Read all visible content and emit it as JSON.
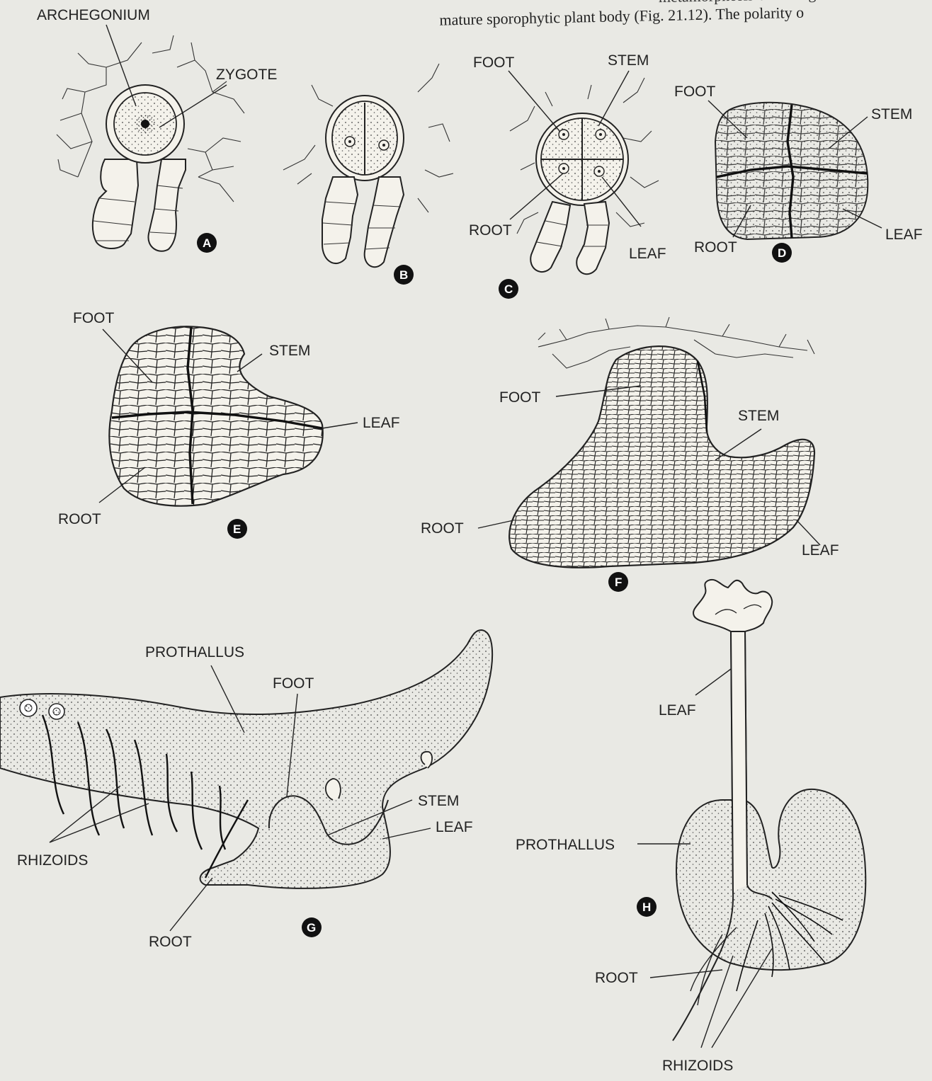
{
  "header": {
    "line1": "metamorphosis of archegonium and develop",
    "line2": "mature sporophytic plant body (Fig. 21.12). The polarity o"
  },
  "panels": {
    "A": {
      "badge": "A",
      "labels": {
        "archegonium": "ARCHEGONIUM",
        "zygote": "ZYGOTE"
      }
    },
    "B": {
      "badge": "B"
    },
    "C": {
      "badge": "C",
      "labels": {
        "foot": "FOOT",
        "stem": "STEM",
        "root": "ROOT",
        "leaf": "LEAF"
      }
    },
    "D": {
      "badge": "D",
      "labels": {
        "foot": "FOOT",
        "stem": "STEM",
        "root": "ROOT",
        "leaf": "LEAF"
      }
    },
    "E": {
      "badge": "E",
      "labels": {
        "foot": "FOOT",
        "stem": "STEM",
        "leaf": "LEAF",
        "root": "ROOT"
      }
    },
    "F": {
      "badge": "F",
      "labels": {
        "foot": "FOOT",
        "stem": "STEM",
        "root": "ROOT",
        "leaf": "LEAF"
      }
    },
    "G": {
      "badge": "G",
      "labels": {
        "prothallus": "PROTHALLUS",
        "foot": "FOOT",
        "stem": "STEM",
        "leaf": "LEAF",
        "rhizoids": "RHIZOIDS",
        "root": "ROOT"
      }
    },
    "H": {
      "badge": "H",
      "labels": {
        "leaf": "LEAF",
        "prothallus": "PROTHALLUS",
        "root": "ROOT",
        "rhizoids": "RHIZOIDS"
      }
    }
  }
}
